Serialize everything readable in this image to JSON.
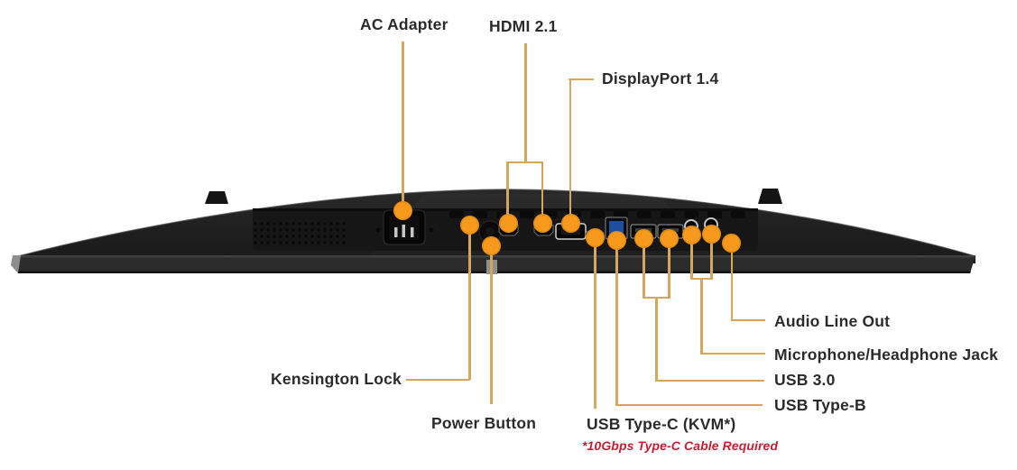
{
  "diagram": {
    "type": "monitor-rear-port-callout-diagram",
    "labels": {
      "ac_adapter": "AC Adapter",
      "hdmi": "HDMI 2.1",
      "displayport": "DisplayPort 1.4",
      "kensington_lock": "Kensington Lock",
      "power_button": "Power Button",
      "usb_type_c": "USB Type-C (KVM*)",
      "usb_type_b": "USB Type-B",
      "usb_3_0": "USB 3.0",
      "mic_headphone": "Microphone/Headphone Jack",
      "audio_line_out": "Audio Line Out"
    },
    "footnote": "*10Gbps Type-C Cable Required",
    "colors": {
      "marker_dot": "#F7991C",
      "callout_line": "#D8A55E",
      "label_text": "#2B2B2B",
      "footnote_text": "#C32032",
      "monitor_body": "#1F1F1F",
      "usb_b_port": "#1E4F9E",
      "background": "#FFFFFF"
    }
  }
}
